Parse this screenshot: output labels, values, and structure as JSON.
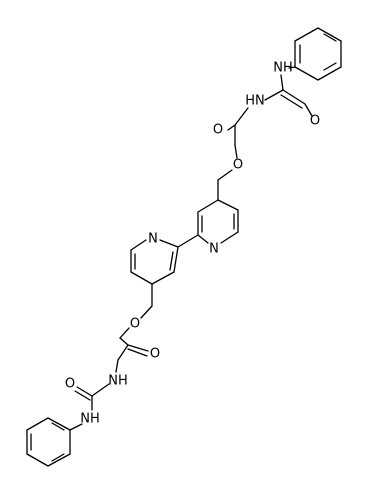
{
  "diagram": {
    "type": "chemical-structure",
    "atom_labels": {
      "nh_top_1": "NH",
      "o_top_urea": "O",
      "hn_top": "HN",
      "o_top_carbonyl": "O",
      "o_top_ester": "O",
      "n_pyridine_right": "N",
      "n_pyridine_left": "N",
      "o_bottom_ester": "O",
      "o_bottom_carbonyl": "O",
      "o_bottom_urea": "O",
      "nh_bottom_1": "NH",
      "nh_bottom_2": "NH"
    },
    "colors": {
      "bond": "#000000",
      "label": "#000000",
      "background": "#ffffff"
    }
  }
}
